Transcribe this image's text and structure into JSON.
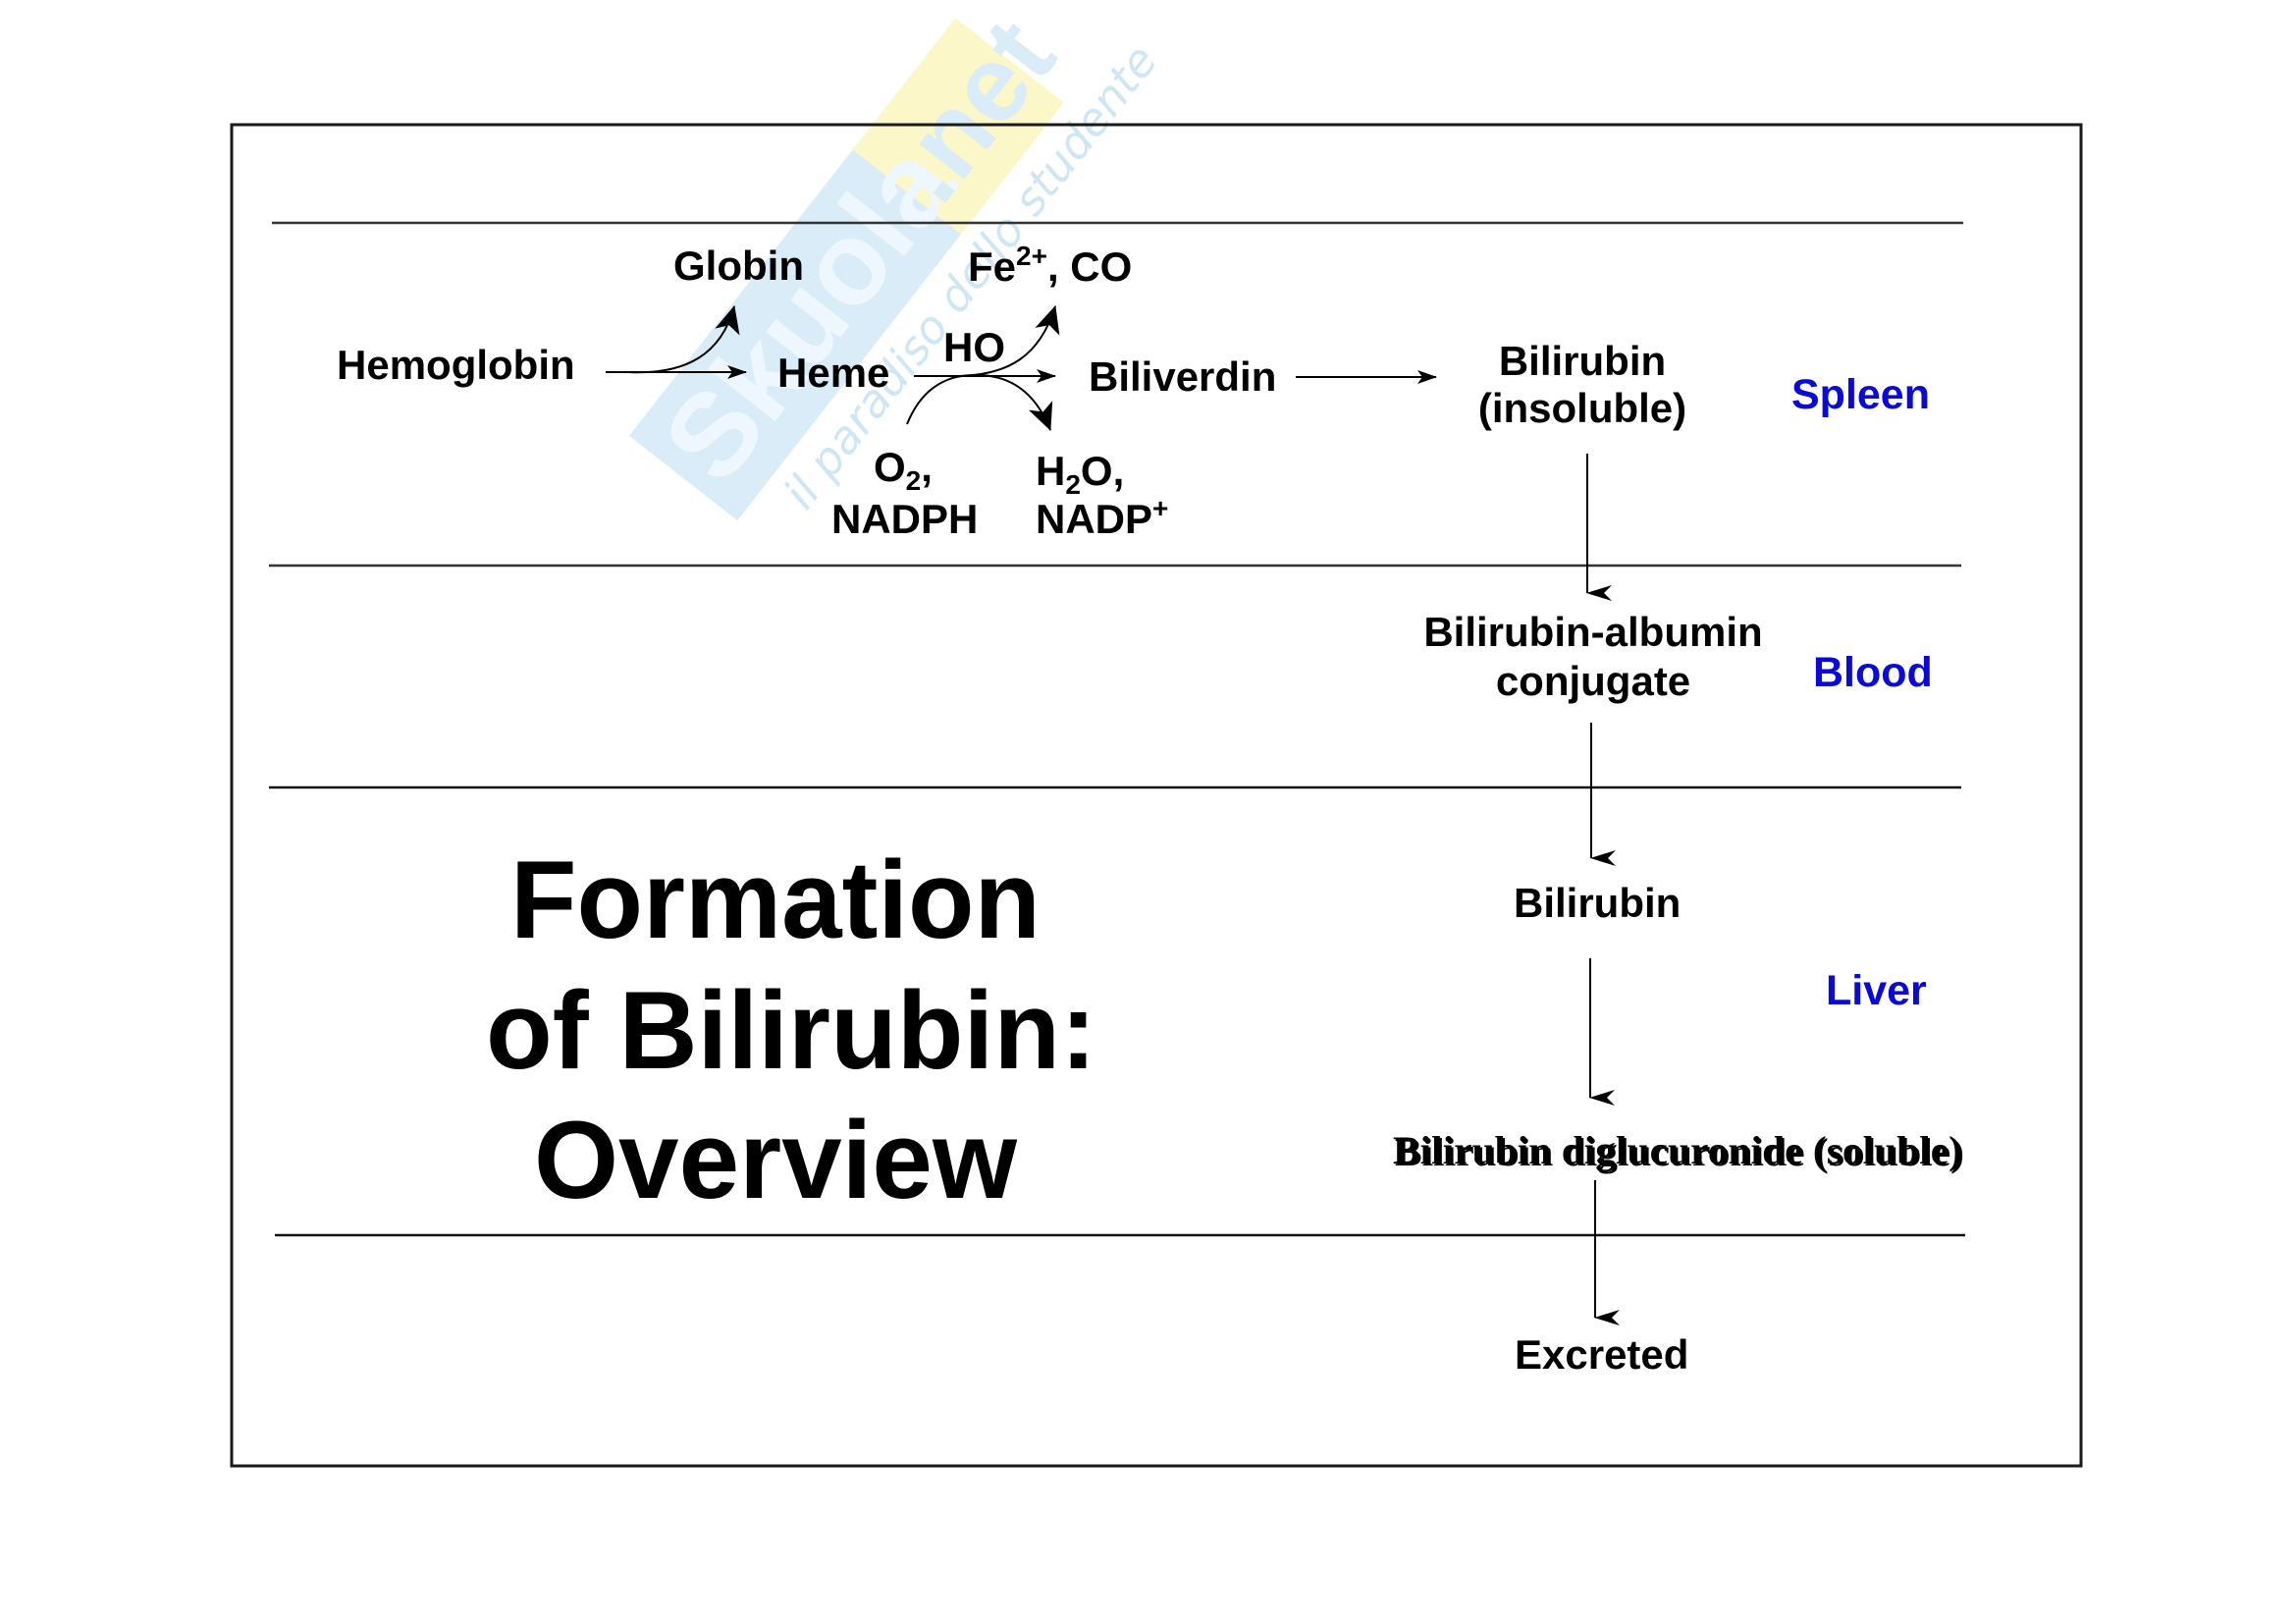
{
  "slide": {
    "title_lines": [
      "Formation",
      "of Bilirubin:",
      "Overview"
    ]
  },
  "colors": {
    "region_label": "#0a0ad6",
    "watermark_blue": "#d9ecf8",
    "watermark_yellow": "#fbf7c9",
    "watermark_text": "#cfe6f5"
  },
  "watermark": {
    "brand": "Skuola",
    "domain": ".net",
    "tagline": "il paradiso dello studente"
  },
  "pathway": {
    "hemoglobin": "Hemoglobin",
    "globin": "Globin",
    "heme": "Heme",
    "enzyme": "HO",
    "fe_co": {
      "base": "Fe",
      "sup": "2+",
      "rest": ", CO"
    },
    "o2_nadph": {
      "o": "O",
      "sub": "2",
      "comma": ",",
      "nadph": "NADPH"
    },
    "h2o_nadp": {
      "h": "H",
      "sub": "2",
      "o": "O,",
      "nadp": "NADP",
      "sup": "+"
    },
    "biliverdin": "Biliverdin",
    "bilirubin_insoluble": [
      "Bilirubin",
      "(insoluble)"
    ],
    "bilirubin_albumin": [
      "Bilirubin-albumin",
      "conjugate"
    ],
    "bilirubin": "Bilirubin",
    "bilirubin_diglucuronide": "Bilirubin diglucuronide (soluble)",
    "excreted": "Excreted"
  },
  "regions": {
    "spleen": "Spleen",
    "blood": "Blood",
    "liver": "Liver"
  }
}
